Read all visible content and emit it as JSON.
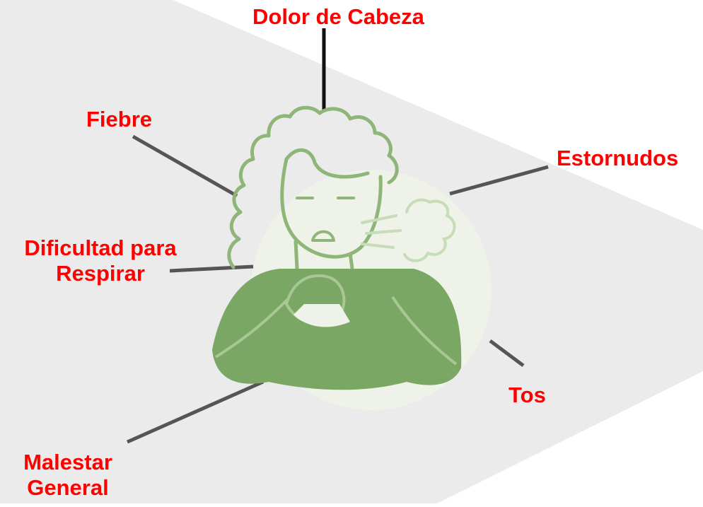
{
  "colors": {
    "label_text": "#ff0000",
    "connector": "#555555",
    "center_connector": "#111111",
    "background_shape": "#ebebeb",
    "figure_line": "#8fb578",
    "figure_fill": "#7aa864",
    "highlight_circle": "#eef2e8"
  },
  "figure": {
    "icon": "coughing-person-icon"
  },
  "labels": {
    "headache": "Dolor de Cabeza",
    "fever": "Fiebre",
    "sneezes": "Estornudos",
    "breathing_line1": "Dificultad para",
    "breathing_line2": "Respirar",
    "cough": "Tos",
    "malaise_line1": "Malestar",
    "malaise_line2": "General"
  }
}
